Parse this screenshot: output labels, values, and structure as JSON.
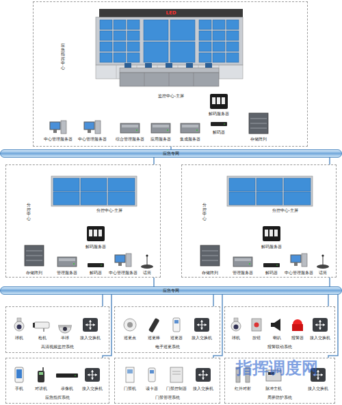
{
  "diagram": {
    "nodes": [
      {
        "text": [
          "应急指挥中心"
        ]
      },
      {
        "text": [
          "应急专网"
        ]
      },
      {
        "text": [
          "分控中心"
        ]
      },
      {
        "text": [
          "分控中心"
        ]
      },
      {
        "text": [
          "应急专网"
        ]
      },
      {
        "text": [
          "高清视频监控系统"
        ]
      },
      {
        "text": [
          "电子巡更系统"
        ]
      },
      {
        "text": [
          "报警联动系统"
        ]
      },
      {
        "text": [
          "应急指挥系统"
        ]
      },
      {
        "text": [
          "门禁管理系统"
        ]
      },
      {
        "text": [
          "周界防护系统"
        ]
      }
    ],
    "edges": [
      {
        "from": 0,
        "to": 1,
        "arrow": "none"
      },
      {
        "from": 1,
        "to": 2,
        "arrow": "none"
      },
      {
        "from": 1,
        "to": 3,
        "arrow": "none"
      },
      {
        "from": 2,
        "to": 4,
        "arrow": "none"
      },
      {
        "from": 3,
        "to": 4,
        "arrow": "none"
      },
      {
        "from": 4,
        "to": 5,
        "arrow": "none"
      },
      {
        "from": 4,
        "to": 6,
        "arrow": "none"
      },
      {
        "from": 4,
        "to": 7,
        "arrow": "none"
      },
      {
        "from": 4,
        "to": 8,
        "arrow": "none"
      },
      {
        "from": 4,
        "to": 9,
        "arrow": "none"
      },
      {
        "from": 4,
        "to": 10,
        "arrow": "none"
      }
    ],
    "labels": [
      "LED",
      "监控中心-主屏",
      "解码服务器",
      "中心管理服务器",
      "中心管理服务器",
      "综合管理服务器",
      "应用服务器",
      "集成服务器",
      "解码器",
      "存储阵列",
      "分控中心-主屏",
      "解码服务器",
      "存储阵列",
      "管理服务器",
      "解码器",
      "中心管理服务器",
      "话筒",
      "分控中心-主屏",
      "解码服务器",
      "存储阵列",
      "管理服务器",
      "解码器",
      "中心管理服务器",
      "话筒",
      "球机",
      "枪机",
      "半球",
      "接入交换机",
      "巡更点",
      "巡更棒",
      "巡更器",
      "接入交换机",
      "球机",
      "按钮",
      "喇叭",
      "报警器",
      "接入交换机",
      "手机",
      "对讲机",
      "录像机",
      "接入交换机",
      "门禁机",
      "读卡器",
      "门禁控制器",
      "接入交换机",
      "红外对射",
      "脉冲主机",
      "接入交换机",
      "指挥调度网"
    ]
  }
}
